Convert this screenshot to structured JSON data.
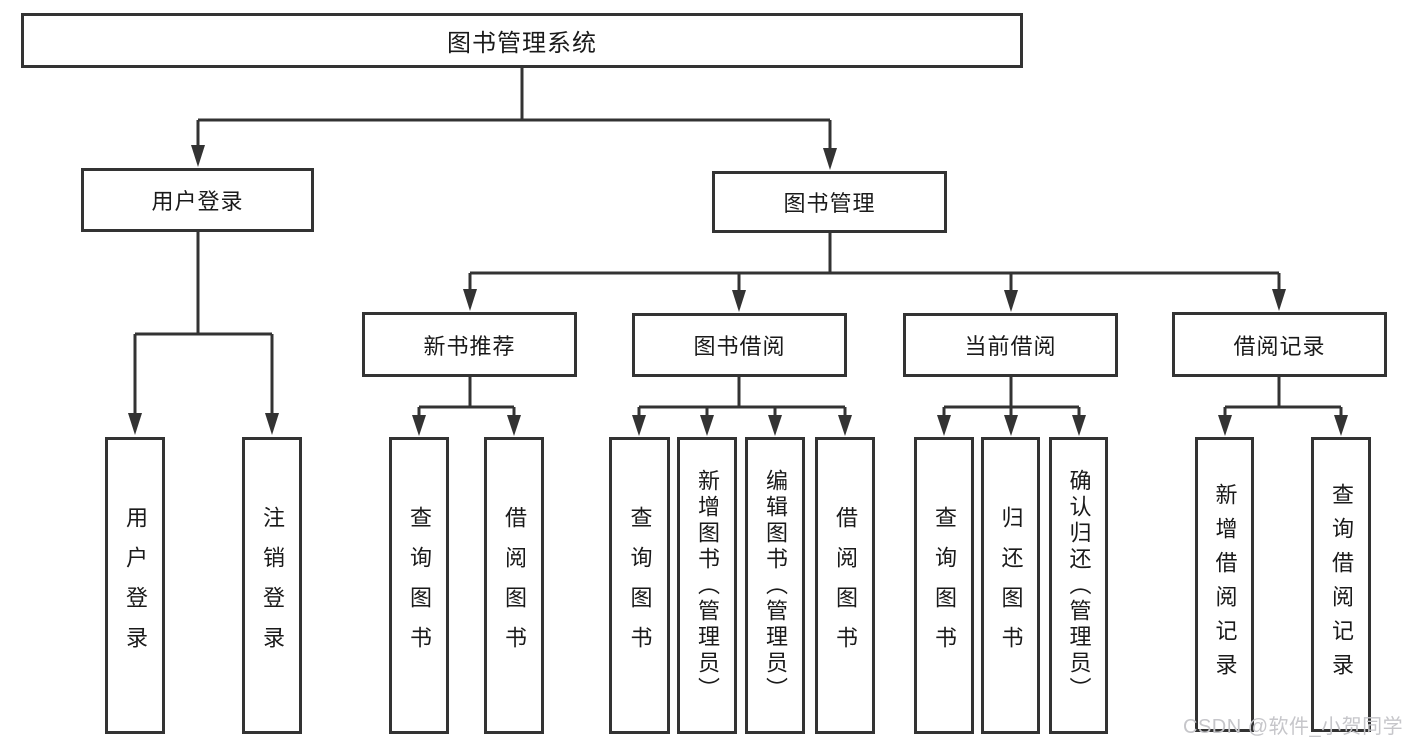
{
  "diagram": {
    "root": "图书管理系统",
    "level2": [
      "用户登录",
      "图书管理"
    ],
    "level3": [
      "新书推荐",
      "图书借阅",
      "当前借阅",
      "借阅记录"
    ],
    "leaves_user_login": [
      "用户登录",
      "注销登录"
    ],
    "leaves_new_books": [
      "查询图书",
      "借阅图书"
    ],
    "leaves_book_borrow": [
      "查询图书",
      "新增图书（管理员）",
      "编辑图书（管理员）",
      "借阅图书"
    ],
    "leaves_current_borrow": [
      "查询图书",
      "归还图书",
      "确认归还（管理员）"
    ],
    "leaves_borrow_records": [
      "新增借阅记录",
      "查询借阅记录"
    ]
  },
  "watermark": {
    "text": "CSDN @软件_小贺同学",
    "color": "#c6c6ca"
  },
  "colors": {
    "line": "#333333",
    "border": "#333333",
    "text": "#1a1a1a",
    "background": "#ffffff"
  }
}
